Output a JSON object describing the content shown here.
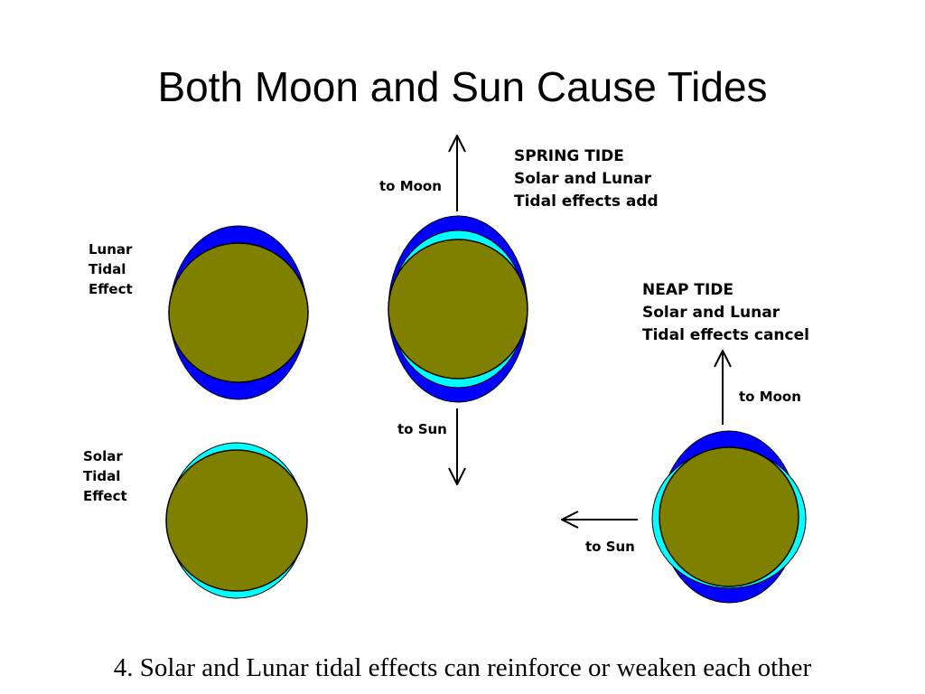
{
  "slide": {
    "title": "Both Moon and Sun Cause Tides",
    "caption": "4. Solar and Lunar tidal effects can reinforce or weaken each other"
  },
  "labels": {
    "lunar": [
      "Lunar",
      "Tidal",
      "Effect"
    ],
    "solar": [
      "Solar",
      "Tidal",
      "Effect"
    ],
    "spring": [
      "SPRING TIDE",
      "Solar and Lunar",
      "Tidal effects add"
    ],
    "neap": [
      "NEAP TIDE",
      "Solar and Lunar",
      "Tidal effects cancel"
    ],
    "spring_to_moon": "to Moon",
    "spring_to_sun": "to Sun",
    "neap_to_moon": "to Moon",
    "neap_to_sun": "to Sun"
  },
  "colors": {
    "earth": "#808000",
    "lunar_bulge": "#0000ff",
    "solar_bulge": "#00ffff",
    "outline": "#000000"
  }
}
